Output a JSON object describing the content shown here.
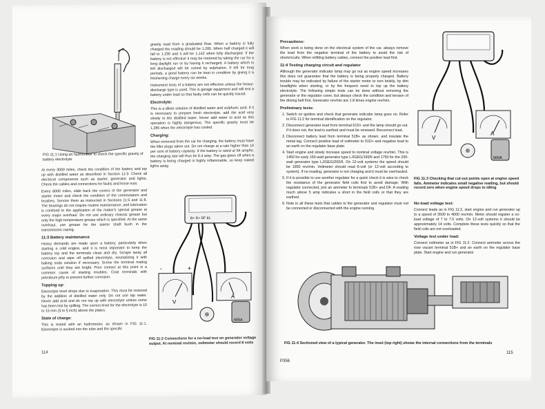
{
  "left_page": {
    "fig1_caption": "FIG 11:1 Using an hydrometer to check the specific gravity of battery electrolyte",
    "col1_paras": [
      "At every 3000 miles, check the condition of the battery and top up with distilled water as described in Section 11:3. Check all electrical components such as starter, generator and lights. Check the cables and connections for faults and loose nuts.",
      "Every 6000 miles, slide back the covers of the generator and starter motor and check the condition of the commutators and brushes. Service them as instructed in Sections 11:5 and 11:6. The bearings do not require routine maintenance, and lubrication is confined to the application of the maker's special grease at every major overhaul. Do not use ordinary chassis grease but only the high-temperature grease which is specified. At the same overhaul, use grease for the starter shaft bush in the transmission casing."
    ],
    "battery_heading": "11:3 Battery maintenance",
    "battery_para": "Heavy demands are made upon a battery, particularly when starting a cold engine, and it is most important to keep the battery top and the terminals clean and dry. Scrape away all corrosion and wipe off spilled electrolyte, neutralizing it with baking soda solution if necessary. Screw the terminal mating surfaces until they are bright. Poor contact at this point is a common cause of starting troubles. Coat terminals with petroleum jelly to prevent further corrosion.",
    "topping_heading": "Topping up:",
    "topping_para": "Electrolyte level drops due to evaporation. This must be restored by the addition of distilled water only. Do not use tap water. Never add acid and do not top up with electrolyte unless some has been lost by spilling. The correct level for the electrolyte is 10 to 15 mm (§ to § inch) above the plates.",
    "charge_heading": "State of charge:",
    "charge_para": "This is tested with an hydrometer, as shown in FIG 11:1. Electrolyte is sucked into the tube and the specific",
    "col2_top": "gravity read from a graduated float. When a battery is fully charged the reading should be 1.285. When half charged it will fall to 1.230 and it will be 1.142 when fully discharged. If the battery is not effective it may be restored by taking the car for a long daylight run or by having it recharged. A battery which is left discharged will be ruined by sulphation. If left for long periods, a good battery can be kept in condition by giving it a freshening charge every six weeks.",
    "col2_p2": "Instrument tests of a battery are not effective unless the heavy-discharge type is used. This is garage equipment and will test a battery under load so that faulty cells can be quickly traced.",
    "electrolyte_heading": "Electrolyte:",
    "electrolyte_para": "This is a dilute solution of distilled water and sulphuric acid. If it is necessary to prepare fresh electrolyte, add the acid very slowly to the distilled water. Never add water to acid as this operation is highly dangerous. The specific gravity must be 1.285 when the electrolyte has cooled.",
    "charging_heading": "Charging:",
    "charging_para": "When removed from the car for charging, the battery must have the filler plugs taken out. Do not charge at a rate higher than 10 per cent of battery capacity. If the battery is rated at 84 amp/hr, the charging rate will thus be 8.4 amp. The gas given off when a battery is being charged is highly inflammable, so keep naked lights away.",
    "fig2_caption": "FIG 11:2 Connections for a no-load test on generator voltage output. At nominal rev/min, voltmeter should record 8 volts",
    "page_number": "114",
    "diagram": {
      "terminals_top": "B+ D+ DF 61",
      "meter_v": "V",
      "meter_a": "A",
      "plus": "+",
      "minus": "-",
      "max_a": "600A"
    }
  },
  "right_page": {
    "precautions_heading": "Precautions:",
    "precautions_para": "When work is being done on the electrical system of the car, always remove the lead from the negative terminal of the battery to avoid the risk of shortcircuits. When refitting battery cables, connect the positive lead first.",
    "testing_heading": "11:4 Testing charging circuit and regulator",
    "testing_para": "Although the generator indicator lamp may go out as engine speed increases this does not guarantee that the battery is being properly charged. Battery trouble may be indicated by failure of the starter motor to turn briskly, by dim headlights when starting, or by the frequent need to top up the battery electrolyte. The following simple tests can be done without removing the generator or the regulator cover, but always check the condition and tension of the driving belt first. Generator rev/min are 1.8 times engine rev/min.",
    "prelim_heading": "Preliminary tests:",
    "prelim_items": [
      "Switch on ignition and check that generator indicator lamp goes on. Refer to FIG 11:2 for terminal identification on the regulator.",
      "Disconnect generator lead from terminal 61D+ and the lamp should go out. If it does not, the lead is earthed and must be renewed. Reconnect lead.",
      "Disconnect battery lead from terminal 51B+ as shown, and insulate the metal tag. Connect positive lead of voltmeter to 61D+ and negative lead to an earth on the regulator base plate.",
      "Start engine and slowly increase speed to nominal voltage rev/min. This is 1450 for early 160-watt generator type LJ/GEG/160/6 and 1750 for the 200-watt generator type LJ/GEG/200/6. On 12-volt systems the speed should be 1850 rev/min. Voltmeter should read 6-volt (or 12-volt according to system). If no reading, generator is not charging and it must be overhauled.",
      "If it is possible to use another regulator for a quick check it is wise to check the resistance of the generator field coils first to avoid damage. With regulator connected, join an ammeter to terminals 51B+ and DF. A reading much above 5 amp indicates a short in the field coils or that they are earthed.",
      "Note in all these tests that cables to the generator and regulator must not be connected or disconnected with the engine running."
    ],
    "fig3_caption": "FIG 11:3 Checking that cut-out points open at engine speed falls. Ammeter indicates small negative reading, but should record zero when engine speed drops to idling",
    "noload_heading": "No-load voltage test:",
    "noload_para": "Connect leads as in FIG 11:2, start engine and run generator up to a speed of 3500 to 4000 rev/min. Meter should register a no-load voltage of 7 to 7.5 volts. On 12-volt systems it should be approximately 14 volts. Complete these tests quickly so that the field coils are not overloaded.",
    "underload_heading": "Voltage test under load:",
    "underload_para": "Connect voltmeter as in FIG 11:2. Connect ammeter across the now vacant terminal 51B+ and an earth on the regulator base plate. Start engine and run generator",
    "fig4_caption": "FIG 11:4 Sectioned view of a typical generator. The inset (top right) shows the internal connections from the terminals",
    "page_number": "115",
    "footer_code": "P356"
  }
}
